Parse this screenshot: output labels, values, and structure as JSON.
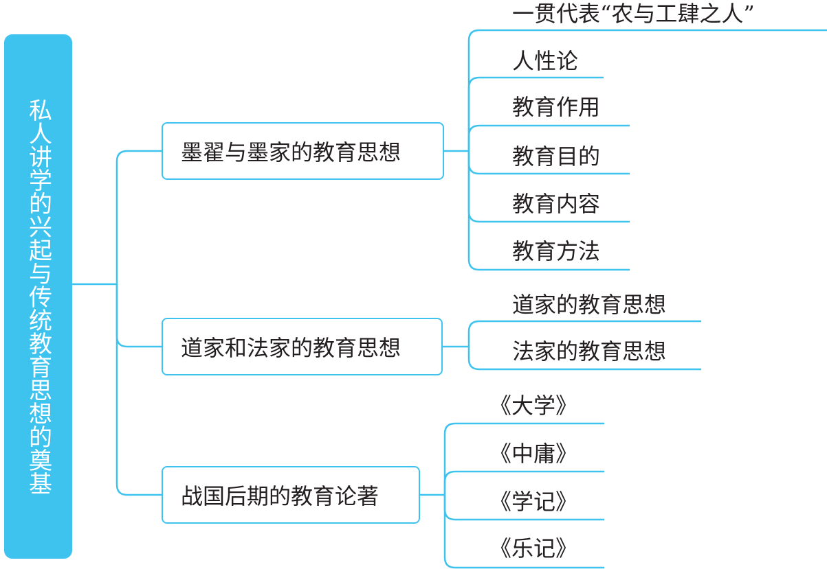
{
  "root": {
    "label": "私人讲学的兴起与传统教育思想的奠基"
  },
  "branches": [
    {
      "label": "墨翟与墨家的教育思想",
      "leaves": [
        "一贯代表“农与工肆之人”",
        "人性论",
        "教育作用",
        "教育目的",
        "教育内容",
        "教育方法"
      ]
    },
    {
      "label": "道家和法家的教育思想",
      "leaves": [
        "道家的教育思想",
        "法家的教育思想"
      ]
    },
    {
      "label": "战国后期的教育论著",
      "leaves": [
        "《大学》",
        "《中庸》",
        "《学记》",
        "《乐记》"
      ]
    }
  ],
  "colors": {
    "accent": "#3ec3ee",
    "text": "#231f20",
    "root_text": "#ffffff"
  }
}
